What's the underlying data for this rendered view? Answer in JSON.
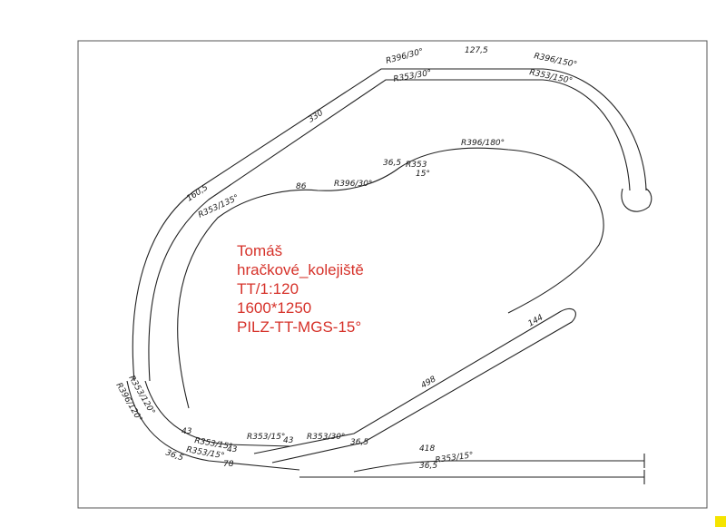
{
  "title_block": {
    "author": "Tomáš",
    "layout_name": "hračkové_kolejiště",
    "scale": "TT/1:120",
    "size": "1600*1250",
    "system": "PILZ-TT-MGS-15°"
  },
  "labels": {
    "l_r396_30_top": "R396/30°",
    "l_1275": "127,5",
    "l_r396_150": "R396/150°",
    "l_r353_30_top": "R353/30°",
    "l_r353_150": "R353/150°",
    "l_330": "330",
    "l_1605": "160,5",
    "l_r353_135": "R353/135°",
    "l_86": "86",
    "l_r396_30_mid": "R396/30°",
    "l_365_mid": "36,5",
    "l_r353_mid": "R353",
    "l_15_mid": "15°",
    "l_r396_180": "R396/180°",
    "l_144": "144",
    "l_498": "498",
    "l_r353_120": "R353/120°",
    "l_r396_120": "R396/120°",
    "l_43_left": "43",
    "l_r353_15_a": "R353/15°",
    "l_43_b": "43",
    "l_r353_15_b": "R353/15°",
    "l_43_c": "43",
    "l_r353_30_bot": "R353/30°",
    "l_365_bot": "36,5",
    "l_365_left": "36,5",
    "l_r353_15_c": "R353/15°",
    "l_78": "78",
    "l_418": "418",
    "l_365_right": "36,5",
    "l_r353_15_d": "R353/15°"
  },
  "colors": {
    "title_red": "#d6322a",
    "ink": "#222222",
    "corner_mark": "#f5e400"
  }
}
